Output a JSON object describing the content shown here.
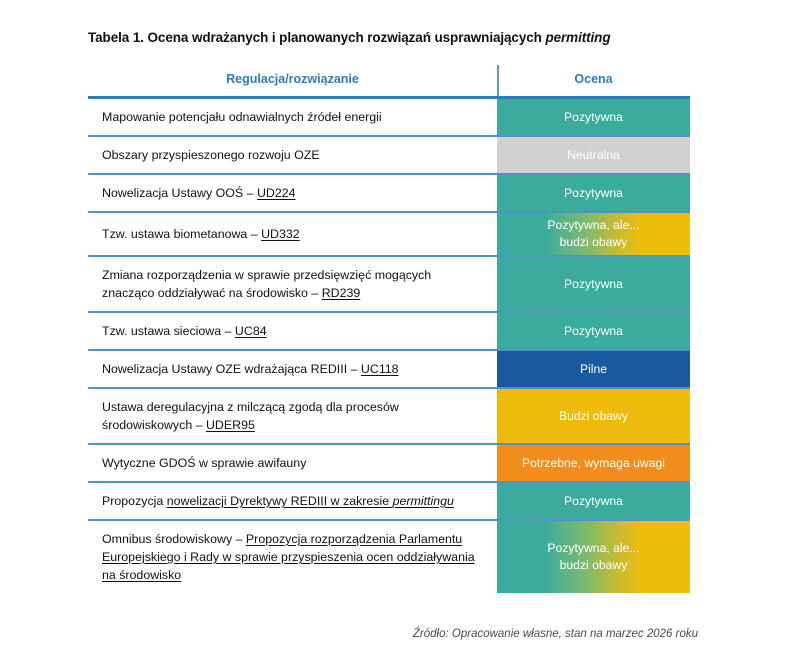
{
  "title": {
    "prefix": "Tabela 1. Ocena wdrażanych i planowanych rozwiązań usprawniających ",
    "italic_word": "permitting"
  },
  "colors": {
    "header_text": "#2a7ec1",
    "rule": "#2f7dbd",
    "row_divider": "#4e93c4",
    "teal": "#3aab9c",
    "gray": "#d0d0d0",
    "yellow": "#efbb0b",
    "orange": "#f28c1a",
    "blue": "#18599f"
  },
  "header": {
    "col_regulation": "Regulacja/rozwiązanie",
    "col_assessment": "Ocena"
  },
  "rows": [
    {
      "regulation": "Mapowanie potencjału odnawialnych źródeł energii",
      "regulation_parts": [
        {
          "text": "Mapowanie potencjału odnawialnych źródeł energii",
          "style": "plain"
        }
      ],
      "assessment": "Pozytywna",
      "assessment_lines": [
        "Pozytywna"
      ],
      "variant": "teal"
    },
    {
      "regulation": "Obszary przyspieszonego rozwoju OZE",
      "regulation_parts": [
        {
          "text": "Obszary przyspieszonego rozwoju OZE",
          "style": "plain"
        }
      ],
      "assessment": "Neutralna",
      "assessment_lines": [
        "Neutralna"
      ],
      "variant": "gray"
    },
    {
      "regulation": "Nowelizacja Ustawy OOŚ – UD224",
      "regulation_parts": [
        {
          "text": "Nowelizacja Ustawy OOŚ – ",
          "style": "plain"
        },
        {
          "text": "UD224",
          "style": "link"
        }
      ],
      "assessment": "Pozytywna",
      "assessment_lines": [
        "Pozytywna"
      ],
      "variant": "teal"
    },
    {
      "regulation": "Tzw. ustawa biometanowa – UD332",
      "regulation_parts": [
        {
          "text": "Tzw. ustawa biometanowa – ",
          "style": "plain"
        },
        {
          "text": "UD332",
          "style": "link"
        }
      ],
      "assessment": "Pozytywna, ale... budzi obawy",
      "assessment_lines": [
        "Pozytywna, ale...",
        "budzi obawy"
      ],
      "variant": "gradient"
    },
    {
      "regulation": "Zmiana rozporządzenia w sprawie przedsięwzięć mogących znacząco oddziaływać na środowisko – RD239",
      "regulation_parts": [
        {
          "text": "Zmiana rozporządzenia w sprawie przedsięwzięć mogących znacząco oddziaływać na środowisko – ",
          "style": "plain"
        },
        {
          "text": "RD239",
          "style": "link"
        }
      ],
      "assessment": "Pozytywna",
      "assessment_lines": [
        "Pozytywna"
      ],
      "variant": "teal"
    },
    {
      "regulation": "Tzw. ustawa sieciowa – UC84",
      "regulation_parts": [
        {
          "text": "Tzw. ustawa sieciowa – ",
          "style": "plain"
        },
        {
          "text": "UC84",
          "style": "link"
        }
      ],
      "assessment": "Pozytywna",
      "assessment_lines": [
        "Pozytywna"
      ],
      "variant": "teal"
    },
    {
      "regulation": "Nowelizacja Ustawy OZE wdrażająca REDIII – UC118",
      "regulation_parts": [
        {
          "text": "Nowelizacja Ustawy OZE wdrażająca REDIII – ",
          "style": "plain"
        },
        {
          "text": "UC118",
          "style": "link"
        }
      ],
      "assessment": "Pilne",
      "assessment_lines": [
        "Pilne"
      ],
      "variant": "blue"
    },
    {
      "regulation": "Ustawa deregulacyjna z milczącą zgodą dla procesów środowiskowych – UDER95",
      "regulation_parts": [
        {
          "text": "Ustawa deregulacyjna z milczącą zgodą dla procesów środowiskowych – ",
          "style": "plain"
        },
        {
          "text": "UDER95",
          "style": "link"
        }
      ],
      "assessment": "Budzi obawy",
      "assessment_lines": [
        "Budzi obawy"
      ],
      "variant": "yellow"
    },
    {
      "regulation": "Wytyczne GDOŚ w sprawie awifauny",
      "regulation_parts": [
        {
          "text": "Wytyczne GDOŚ w sprawie awifauny",
          "style": "plain"
        }
      ],
      "assessment": "Potrzebne, wymaga uwagi",
      "assessment_lines": [
        "Potrzebne, wymaga uwagi"
      ],
      "variant": "orange"
    },
    {
      "regulation": "Propozycja nowelizacji Dyrektywy REDIII w zakresie permittingu",
      "regulation_parts": [
        {
          "text": "Propozycja ",
          "style": "plain"
        },
        {
          "text": "nowelizacji Dyrektywy REDIII w zakresie ",
          "style": "link"
        },
        {
          "text": "permittingu",
          "style": "link-italic"
        }
      ],
      "assessment": "Pozytywna",
      "assessment_lines": [
        "Pozytywna"
      ],
      "variant": "teal"
    },
    {
      "regulation": "Omnibus środowiskowy – Propozycja rozporządzenia Parlamentu Europejskiego i Rady w sprawie przyspieszenia ocen oddziaływania na środowisko",
      "regulation_parts": [
        {
          "text": "Omnibus środowiskowy – ",
          "style": "plain"
        },
        {
          "text": "Propozycja rozporządzenia Parlamentu Europejskiego i Rady w sprawie przyspieszenia ocen oddziaływania na środowisko",
          "style": "link"
        }
      ],
      "assessment": "Pozytywna, ale... budzi obawy",
      "assessment_lines": [
        "Pozytywna, ale...",
        "budzi obawy"
      ],
      "variant": "gradient"
    }
  ],
  "source_note": "Źródło: Opracowanie własne, stan na marzec 2026 roku"
}
